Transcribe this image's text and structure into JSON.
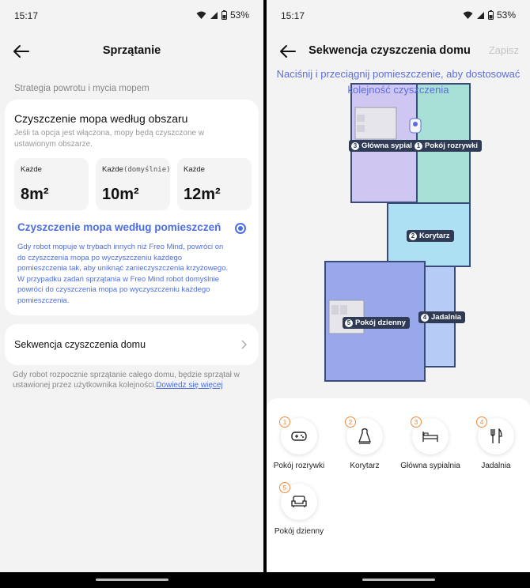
{
  "left_screen": {
    "status": {
      "time": "15:17",
      "battery": "53%"
    },
    "header": {
      "title": "Sprzątanie"
    },
    "section_label": "Strategia powrotu i mycia mopem",
    "area_option": {
      "title": "Czyszczenie mopa według obszaru",
      "description": "Jeśli ta opcja jest włączona, mopy będą czyszczone w ustawionym obszarze.",
      "tiles": [
        {
          "label": "Każde",
          "note": "",
          "value": "8m²"
        },
        {
          "label": "Każde",
          "note": "(domyślnie)",
          "value": "10m²"
        },
        {
          "label": "Każde",
          "note": "",
          "value": "12m²"
        }
      ]
    },
    "room_option": {
      "title": "Czyszczenie mopa według pomieszczeń",
      "selected": true,
      "description": "Gdy robot mopuje w trybach innych niż Freo Mind, powróci on do czyszczenia mopa po wyczyszczeniu każdego pomieszczenia tak, aby uniknąć zanieczyszczenia krzyżowego. W przypadku zadań sprzątania w Freo Mind robot domyślnie powróci do czyszczenia mopa po wyczyszczeniu każdego pomieszczenia."
    },
    "sequence_row": {
      "label": "Sekwencja czyszczenia domu"
    },
    "footnote": {
      "text": "Gdy robot rozpocznie sprzątanie całego domu, będzie sprzątał w ustawionej przez użytkownika kolejności.",
      "link": "Dowiedz się więcej"
    }
  },
  "right_screen": {
    "status": {
      "time": "15:17",
      "battery": "53%"
    },
    "header": {
      "title": "Sekwencja czyszczenia domu",
      "save_label": "Zapisz"
    },
    "hint": "Naciśnij i przeciągnij pomieszczenie, aby dostosować kolejność czyszczenia",
    "map_labels": [
      {
        "num": "3",
        "text": "Główna sypial"
      },
      {
        "num": "1",
        "text": "Pokój rozrywki"
      },
      {
        "num": "2",
        "text": "Korytarz"
      },
      {
        "num": "5",
        "text": "Pokój dzienny"
      },
      {
        "num": "4",
        "text": "Jadalnia"
      }
    ],
    "sequence": [
      {
        "order": "1",
        "name": "Pokój rozrywki",
        "icon": "gamepad-icon"
      },
      {
        "order": "2",
        "name": "Korytarz",
        "icon": "coat-rack-icon"
      },
      {
        "order": "3",
        "name": "Główna sypialnia",
        "icon": "bed-icon"
      },
      {
        "order": "4",
        "name": "Jadalnia",
        "icon": "fork-knife-icon"
      },
      {
        "order": "5",
        "name": "Pokój dzienny",
        "icon": "sofa-icon"
      }
    ],
    "colors": {
      "accent": "#4c6ee5",
      "order_badge": "#f08a3a",
      "room_entertainment": "#a8e0d8",
      "room_bedroom": "#cfc6f2",
      "room_corridor": "#aee0f4",
      "room_living": "#98a8ea",
      "room_dining": "#b6cbf5"
    }
  }
}
